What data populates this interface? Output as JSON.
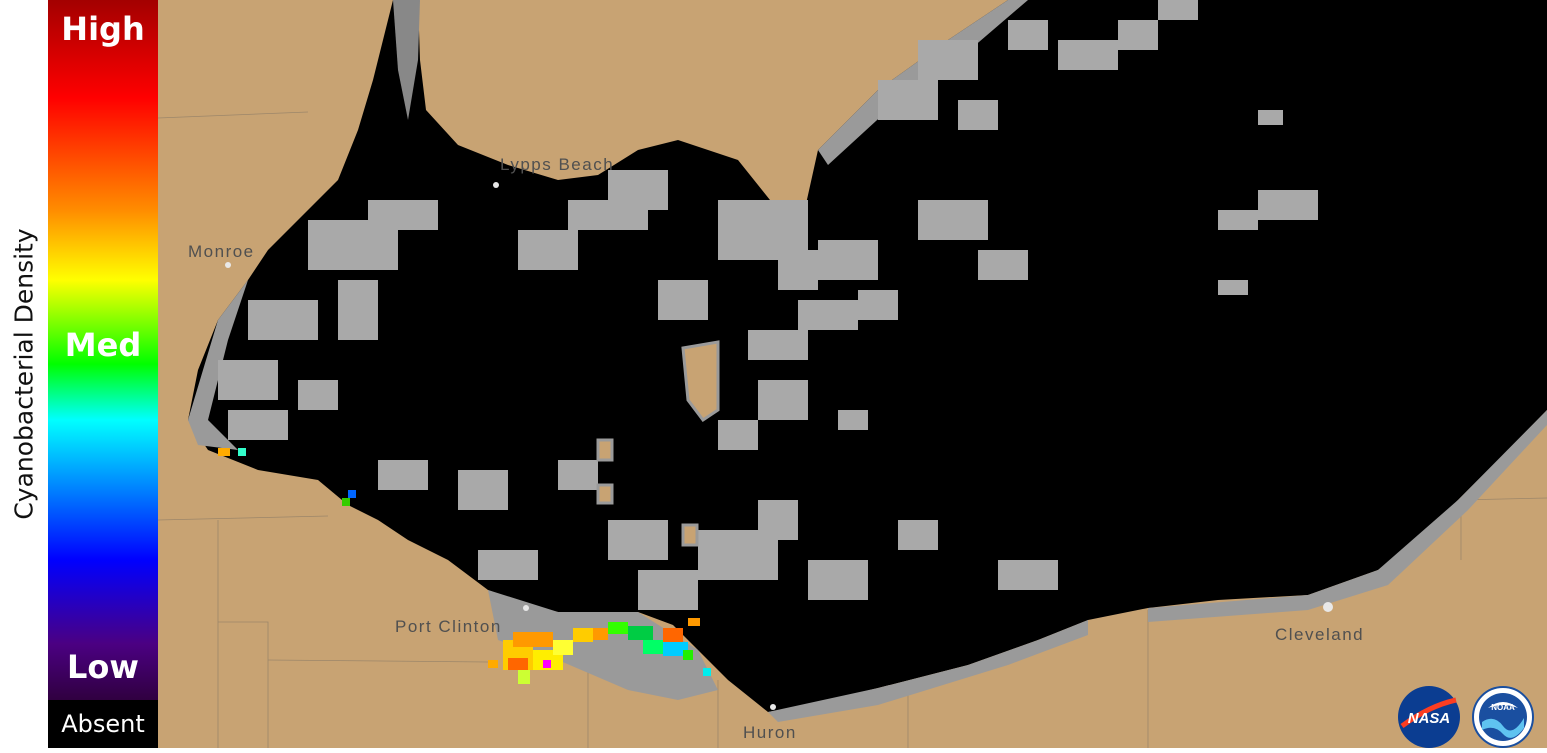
{
  "legend": {
    "title": "Cyanobacterial Density",
    "high": "High",
    "med": "Med",
    "low": "Low",
    "absent": "Absent"
  },
  "cities": [
    {
      "name": "Lypps Beach"
    },
    {
      "name": "Monroe"
    },
    {
      "name": "Port Clinton"
    },
    {
      "name": "Cleveland"
    },
    {
      "name": "Huron"
    }
  ],
  "logos": {
    "nasa": "NASA",
    "noaa": "NOAA"
  },
  "colors": {
    "land": "#c8a373",
    "water": "#000000",
    "cloud": "#a9a9a9",
    "shore": "#9a9a9a"
  }
}
